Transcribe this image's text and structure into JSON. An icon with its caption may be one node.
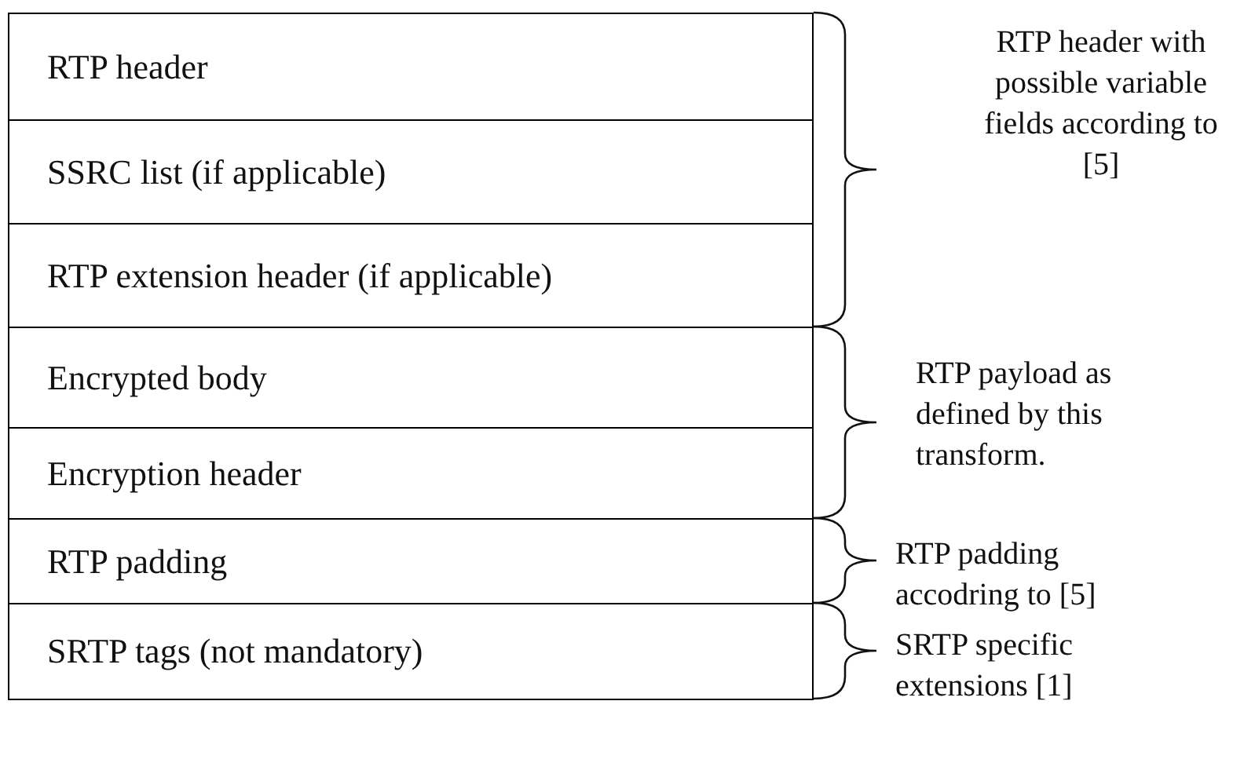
{
  "diagram": {
    "nodes": [
      {
        "text": [
          "RTP header"
        ]
      },
      {
        "text": [
          "SSRC list (if applicable)"
        ]
      },
      {
        "text": [
          "RTP extension header (if applicable)"
        ]
      },
      {
        "text": [
          "Encrypted body"
        ]
      },
      {
        "text": [
          "Encryption header"
        ]
      },
      {
        "text": [
          "RTP padding"
        ]
      },
      {
        "text": [
          "SRTP tags (not mandatory)"
        ]
      }
    ],
    "edges": [],
    "labels": [
      "RTP header with possible variable fields according to [5]",
      "RTP payload as defined by this transform.",
      "RTP padding accodring to [5]",
      "SRTP specific extensions [1]"
    ]
  }
}
